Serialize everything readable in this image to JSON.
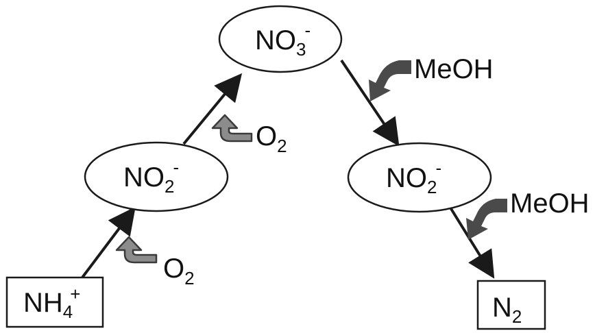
{
  "colors": {
    "stroke": "#1a1a1a",
    "gray_arrow": "#8c8c8c",
    "dark_arrow": "#4a4a4a",
    "background": "#ffffff"
  },
  "nodes": {
    "ammonium": {
      "base": "NH",
      "sub": "4",
      "sup": "+"
    },
    "nitrite_left": {
      "base": "NO",
      "sub": "2",
      "sup": "-"
    },
    "nitrate": {
      "base": "NO",
      "sub": "3",
      "sup": "-"
    },
    "nitrite_right": {
      "base": "NO",
      "sub": "2",
      "sup": "-"
    },
    "nitrogen": {
      "base": "N",
      "sub": "2",
      "sup": ""
    }
  },
  "reagents": {
    "oxygen_lower": {
      "base": "O",
      "sub": "2",
      "icon": "curved-arrow-gray-icon"
    },
    "oxygen_upper": {
      "base": "O",
      "sub": "2",
      "icon": "curved-arrow-gray-icon"
    },
    "methanol_upper": {
      "label": "MeOH",
      "icon": "curved-arrow-dark-icon"
    },
    "methanol_lower": {
      "label": "MeOH",
      "icon": "curved-arrow-dark-icon"
    }
  }
}
